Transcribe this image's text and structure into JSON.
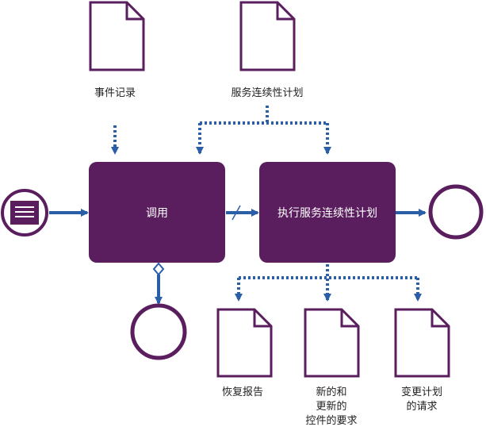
{
  "colors": {
    "primary": "#5a1e5e",
    "flow": "#2a5fa8",
    "background": "#ffffff",
    "text": "#222222",
    "process_text": "#ffffff"
  },
  "inputs": {
    "event_log": "事件记录",
    "service_continuity_plan": "服务连续性计划"
  },
  "processes": {
    "invoke": "调用",
    "execute": "执行服务连续性计划"
  },
  "outputs": {
    "recovery_report": "恢复报告",
    "new_updated_controls_line1": "新的和",
    "new_updated_controls_line2": "更新的",
    "new_updated_controls_line3": "控件的要求",
    "change_plan_request_line1": "变更计划",
    "change_plan_request_line2": "的请求"
  },
  "icons": {
    "start_event": "message-start-event-icon",
    "end_event": "end-event-icon",
    "document": "document-icon",
    "exclusive_gateway": "gateway-diamond-icon"
  }
}
